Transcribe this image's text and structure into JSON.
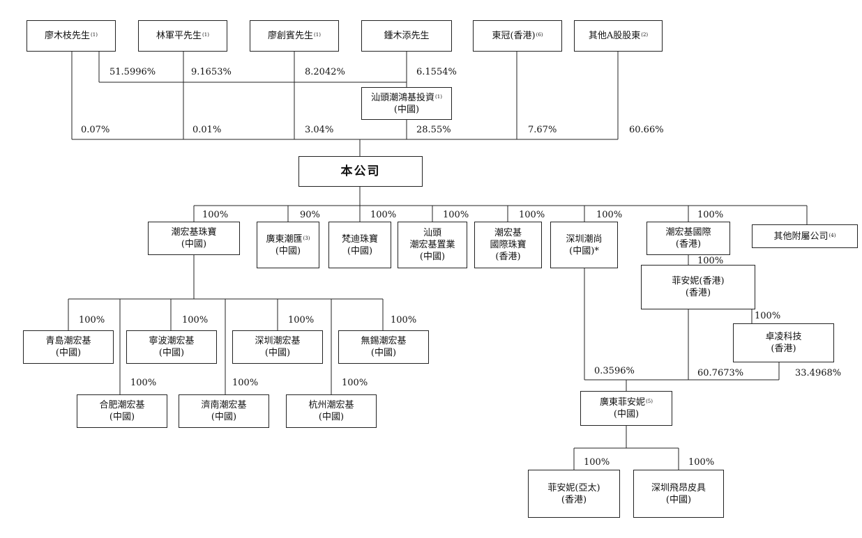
{
  "entities": {
    "liao_muzhi": {
      "lines": [
        "廖木枝先生"
      ],
      "note": "(1)"
    },
    "lin_junping": {
      "lines": [
        "林軍平先生"
      ],
      "note": "(1)"
    },
    "liao_chuangbin": {
      "lines": [
        "廖創賓先生"
      ],
      "note": "(1)"
    },
    "zhong_mutian": {
      "lines": [
        "鍾木添先生"
      ],
      "note": ""
    },
    "dongguan_hk": {
      "lines": [
        "東冠(香港)"
      ],
      "note": "(6)"
    },
    "other_a_shareholders": {
      "lines": [
        "其他A股股東"
      ],
      "note": "(2)"
    },
    "shantou_chaohongji_investment": {
      "lines": [
        "汕頭潮鴻基投資",
        "(中國)"
      ],
      "note": "(1)"
    },
    "company": {
      "lines": [
        "本公司"
      ],
      "note": ""
    },
    "chaohongji_jewelry_cn": {
      "lines": [
        "潮宏基珠寶",
        "(中國)"
      ],
      "note": ""
    },
    "guangdong_chaohui": {
      "lines": [
        "廣東潮匯",
        "(中國)"
      ],
      "note": "(3)"
    },
    "fandi_jewelry": {
      "lines": [
        "梵迪珠寶",
        "(中國)"
      ],
      "note": ""
    },
    "shantou_chaohongji_property": {
      "lines": [
        "汕頭",
        "潮宏基置業",
        "(中國)"
      ],
      "note": ""
    },
    "chaohongji_intl_jewelry": {
      "lines": [
        "潮宏基",
        "國際珠寶",
        "(香港)"
      ],
      "note": ""
    },
    "shenzhen_chaoshang": {
      "lines": [
        "深圳潮尚",
        "(中國)*"
      ],
      "note": ""
    },
    "chaohongji_intl_hk": {
      "lines": [
        "潮宏基國際",
        "(香港)"
      ],
      "note": ""
    },
    "other_subsidiaries": {
      "lines": [
        "其他附屬公司"
      ],
      "note": "(4)"
    },
    "feianni_hk": {
      "lines": [
        "菲安妮(香港)",
        "(香港)"
      ],
      "note": ""
    },
    "zhuoling_tech": {
      "lines": [
        "卓凌科技",
        "(香港)"
      ],
      "note": ""
    },
    "guangdong_feianni": {
      "lines": [
        "廣東菲安妮",
        "(中國)"
      ],
      "note": "(5)"
    },
    "feianni_asia_pacific": {
      "lines": [
        "菲安妮(亞太)",
        "(香港)"
      ],
      "note": ""
    },
    "shenzhen_feiang_leather": {
      "lines": [
        "深圳飛昂皮具",
        "(中國)"
      ],
      "note": ""
    },
    "qingdao": {
      "lines": [
        "青島潮宏基",
        "(中國)"
      ],
      "note": ""
    },
    "ningbo": {
      "lines": [
        "寧波潮宏基",
        "(中國)"
      ],
      "note": ""
    },
    "shenzhen_chaohongji": {
      "lines": [
        "深圳潮宏基",
        "(中國)"
      ],
      "note": ""
    },
    "wuxi": {
      "lines": [
        "無錫潮宏基",
        "(中國)"
      ],
      "note": ""
    },
    "hefei": {
      "lines": [
        "合肥潮宏基",
        "(中國)"
      ],
      "note": ""
    },
    "jinan": {
      "lines": [
        "濟南潮宏基",
        "(中國)"
      ],
      "note": ""
    },
    "hangzhou": {
      "lines": [
        "杭州潮宏基",
        "(中國)"
      ],
      "note": ""
    }
  },
  "percentages": {
    "liao_muzhi_to_investment": "51.5996%",
    "lin_junping_to_investment": "9.1653%",
    "liao_chuangbin_to_investment": "8.2042%",
    "zhong_mutian_to_investment": "6.1554%",
    "liao_muzhi_to_company": "0.07%",
    "lin_junping_to_company": "0.01%",
    "liao_chuangbin_to_company": "3.04%",
    "investment_to_company": "28.55%",
    "dongguan_to_company": "7.67%",
    "other_a_to_company": "60.66%",
    "company_to_jewelry_cn": "100%",
    "company_to_chaohui": "90%",
    "company_to_fandi": "100%",
    "company_to_property": "100%",
    "company_to_intl_jewelry": "100%",
    "company_to_chaoshang": "100%",
    "company_to_intl_hk": "100%",
    "intl_hk_to_feianni_hk": "100%",
    "feianni_hk_to_zhuoling": "100%",
    "chaoshang_to_gd_feianni": "0.3596%",
    "feianni_hk_to_gd_feianni": "60.7673%",
    "zhuoling_to_gd_feianni": "33.4968%",
    "gd_feianni_to_asia_pacific": "100%",
    "gd_feianni_to_leather": "100%",
    "to_qingdao": "100%",
    "to_ningbo": "100%",
    "to_shenzhen_chaohongji": "100%",
    "to_wuxi": "100%",
    "to_hefei": "100%",
    "to_jinan": "100%",
    "to_hangzhou": "100%"
  }
}
